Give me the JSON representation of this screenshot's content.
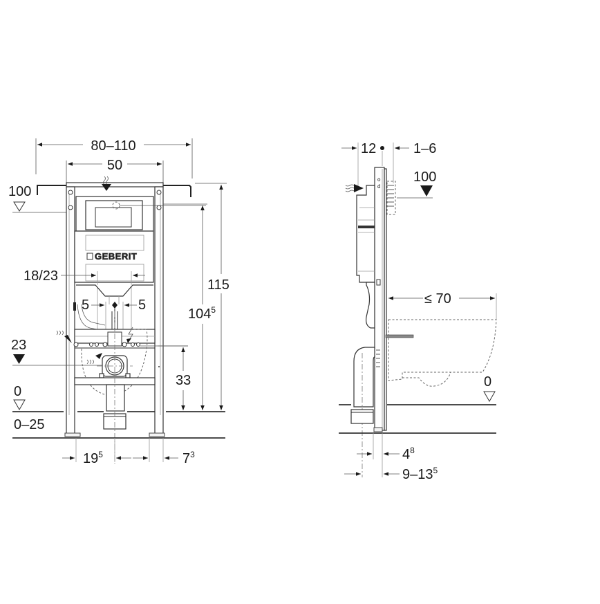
{
  "diagram": {
    "title": "Geberit WC installation frame dimensional drawing",
    "front_view": {
      "logo_text": "GEBERIT",
      "dims": {
        "total_width": "80–110",
        "frame_width": "50",
        "top_level": "100",
        "flush_opening": "18/23",
        "left_offset": "5",
        "right_offset": "5",
        "height_total": "115",
        "height_actuator_base": "104",
        "height_actuator_sup": "5",
        "drain_level": "23",
        "drain_height": "33",
        "floor_level": "0",
        "foot_adjust": "0–25",
        "foot_left_base": "19",
        "foot_left_sup": "5",
        "foot_right_base": "7",
        "foot_right_sup": "3"
      }
    },
    "side_view": {
      "dims": {
        "depth_top": "12",
        "wall_cover": "1–6",
        "top_level": "100",
        "bowl_projection": "≤ 70",
        "floor_level": "0",
        "foot_depth_base": "4",
        "foot_depth_sup": "8",
        "foot_range_base": "9–13",
        "foot_range_sup": "5"
      }
    }
  }
}
